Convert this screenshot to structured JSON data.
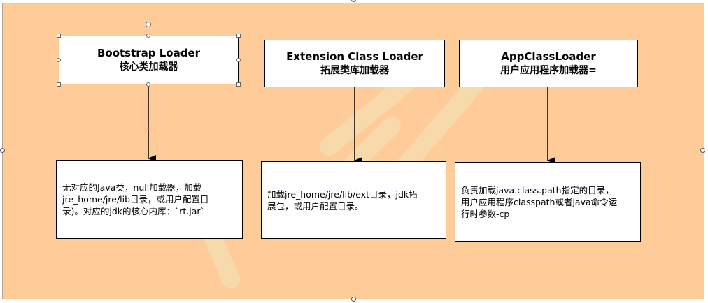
{
  "nodes": {
    "bootstrap": {
      "title": "Bootstrap Loader",
      "subtitle": "核心类加载器",
      "description": "无对应的Java类，null加载器，加载\njre_home/jre/lib目录，或用户配置目\n录)。对应的jdk的核心内库：`rt.jar`"
    },
    "extension": {
      "title": "Extension Class Loader",
      "subtitle": "拓展类库加载器",
      "description": "加载jre_home/jre/lib/ext目录，jdk拓\n展包，或用户配置目录。"
    },
    "app": {
      "title": "AppClassLoader",
      "subtitle": "用户应用程序加载器=",
      "description": "负责加载java.class.path指定的目录，\n用户应用程序classpath或者java命令运\n行时参数-cp"
    }
  },
  "colors": {
    "background": "#ffcc99",
    "box_fill": "#ffffff",
    "stroke": "#000000",
    "watermark": "#f4d9a8"
  }
}
